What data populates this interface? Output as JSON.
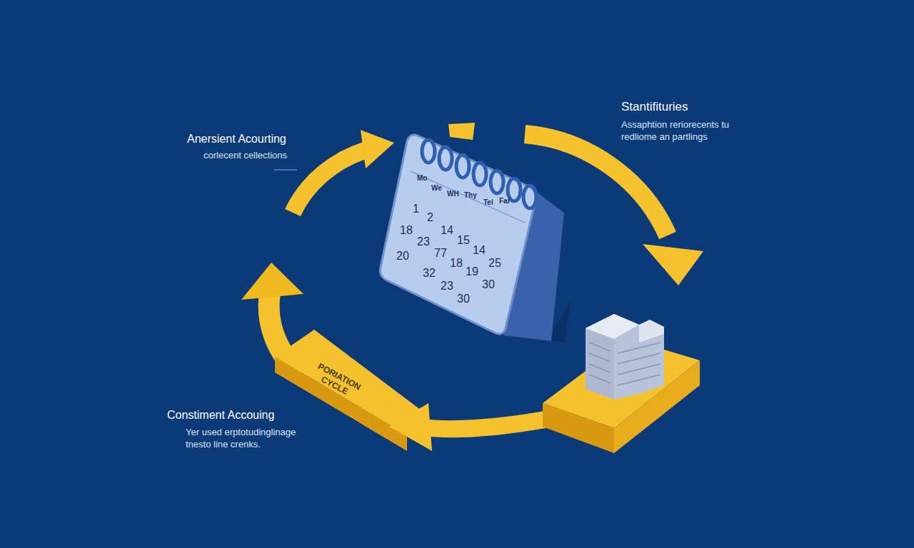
{
  "diagram": {
    "labels": [
      "Anersient Acourting",
      "corlecent cellections",
      "Stantifituries",
      "Assaphtion reriorecents tu redliome an partlings",
      "Mo",
      "We",
      "WH",
      "Thy",
      "Tel",
      "Far",
      "1",
      "2",
      "14",
      "15",
      "14",
      "25",
      "18",
      "23",
      "77",
      "18",
      "19",
      "30",
      "20",
      "32",
      "23",
      "30",
      "PORIATION CYCLE",
      "Constiment Accouing",
      "Yer used erptotudinglinage tnesto line crenks."
    ]
  }
}
